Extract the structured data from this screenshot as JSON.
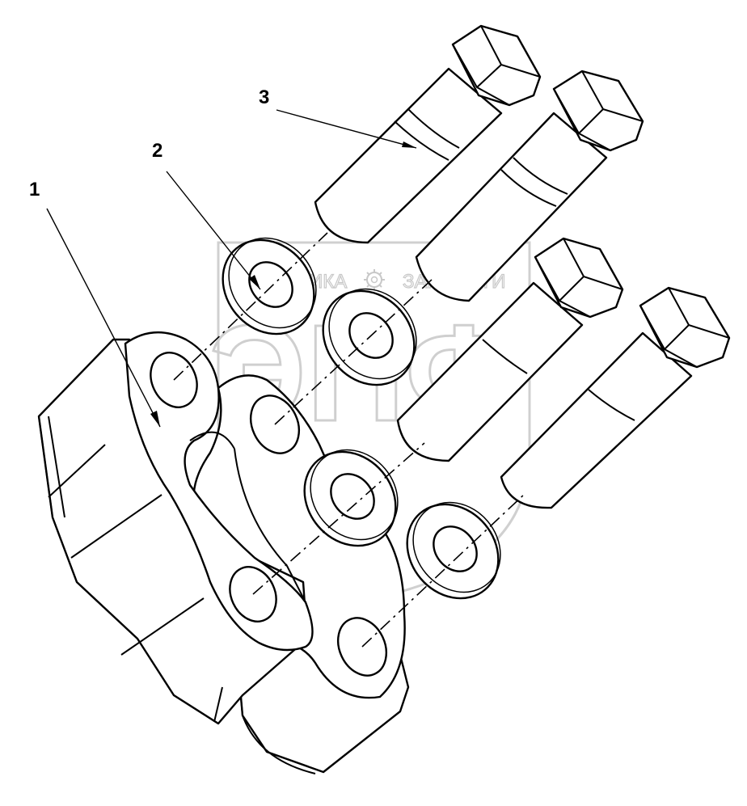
{
  "callouts": [
    {
      "id": "1",
      "label": "1"
    },
    {
      "id": "2",
      "label": "2"
    },
    {
      "id": "3",
      "label": "3"
    }
  ],
  "watermark": {
    "left_text": "ТЕХНИКА",
    "right_text": "ЗАПЧАСТИ",
    "big_text": "ЭПФ",
    "icon": "gear-icon"
  },
  "colors": {
    "line": "#000000",
    "watermark": "#c8c8c8",
    "background": "#ffffff"
  }
}
